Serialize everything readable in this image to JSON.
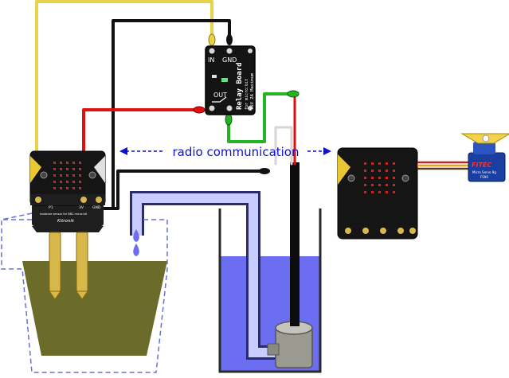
{
  "caption": "radio communication",
  "relay_board": {
    "name": "Relay Board",
    "subtitle": "for micro:bit",
    "rating": "16V 2A Maximum",
    "pin_in": "IN",
    "pin_gnd": "GND",
    "pin_out": "OUT"
  },
  "moisture_sensor": {
    "brand": "Kitronik",
    "text": "moisture sensor for BBC micro:bit",
    "pin_p1": "P1",
    "pin_3v": "3V",
    "pin_gnd": "GND"
  },
  "servo": {
    "brand": "FITEC",
    "model": "Micro Servo 9g",
    "code": "FS90"
  },
  "colors": {
    "wire_yellow": "#e8d24a",
    "wire_red": "#e01010",
    "wire_black": "#111111",
    "wire_green": "#22b422",
    "water": "#6b6ef0",
    "pipe": "#c9ccff",
    "pot": "#6b6b2a",
    "caption": "#1010d0"
  },
  "icons": {
    "arrow": "dashed-double-arrow",
    "drops": "water-drop-icon"
  }
}
